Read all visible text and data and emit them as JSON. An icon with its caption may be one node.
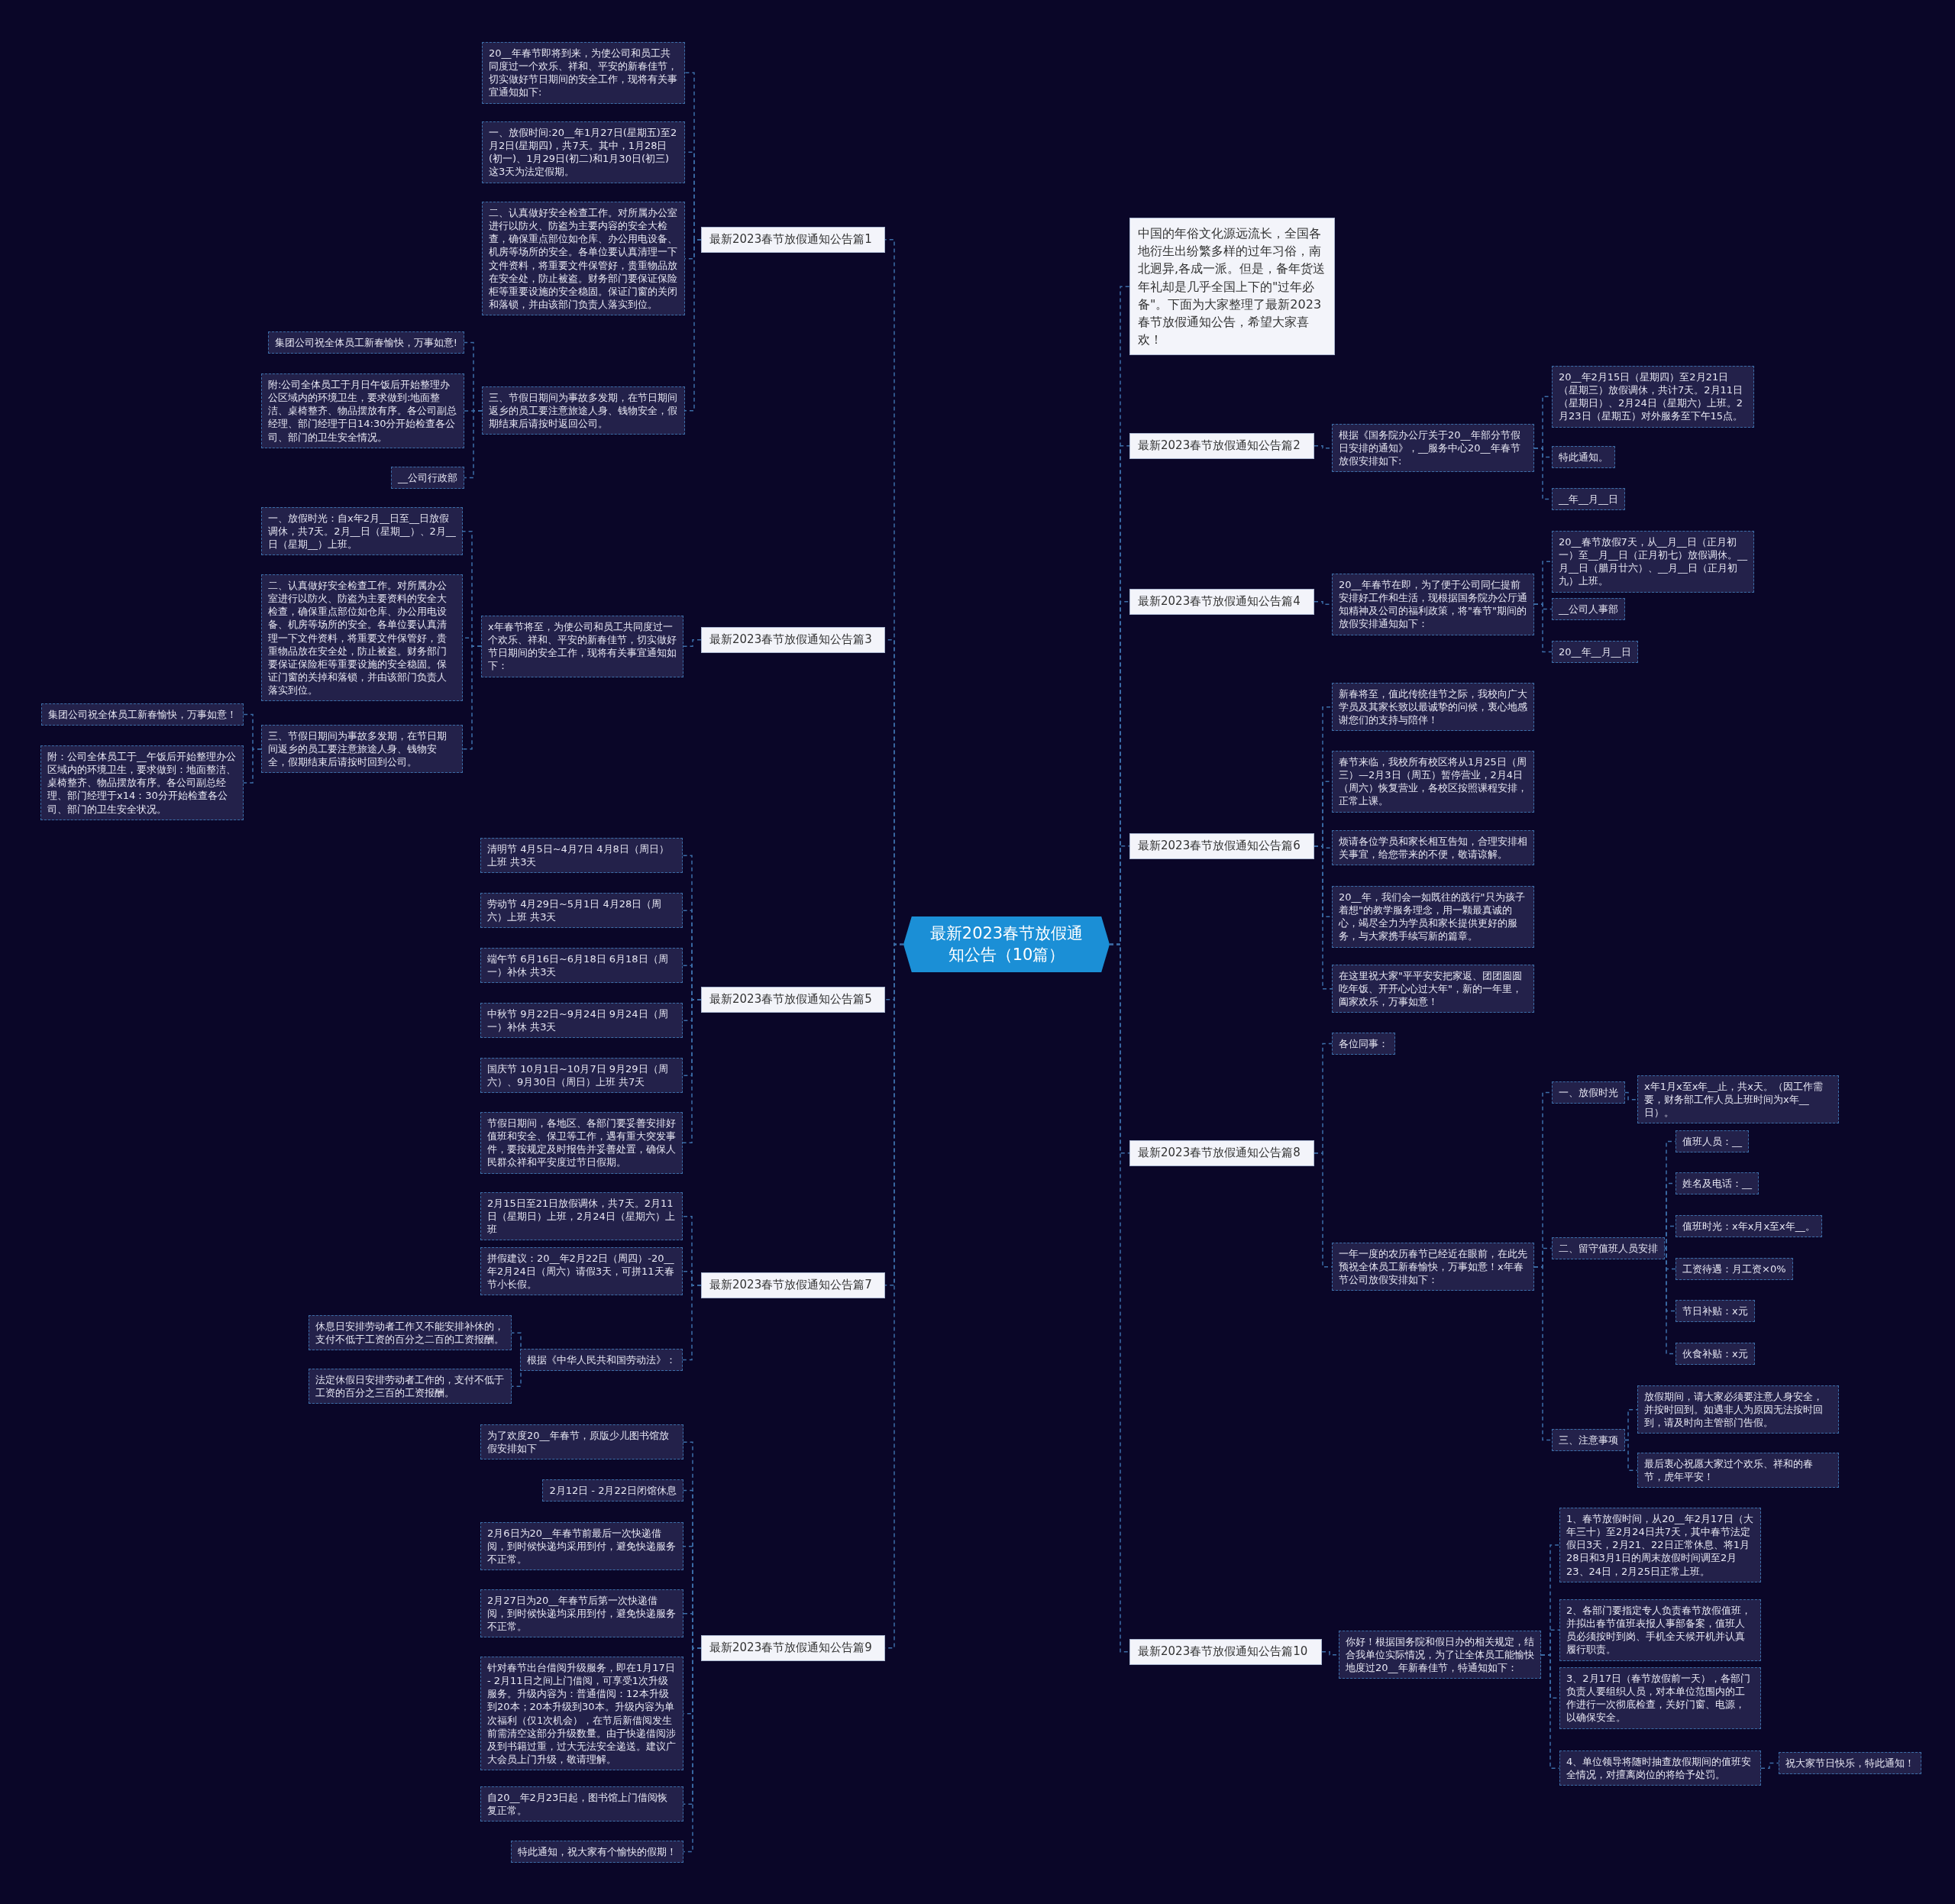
{
  "diagram": {
    "nodes": [
      {
        "text": [
          "最新2023春节放假通知公告（10篇）"
        ]
      },
      {
        "text": [
          "中国的年俗文化源远流长，全国各地衍生出纷繁多样的过年习俗，南北迥异,各成一派。但是，备年货送年礼却是几乎全国上下的\"过年必备\"。下面为大家整理了最新2023春节放假通知公告，希望大家喜欢！"
        ]
      },
      {
        "text": [
          "最新2023春节放假通知公告篇1"
        ]
      },
      {
        "text": [
          "20__年春节即将到来，为使公司和员工共同度过一个欢乐、祥和、平安的新春佳节，切实做好节日期间的安全工作，现将有关事宜通知如下:"
        ]
      },
      {
        "text": [
          "一、放假时间:20__年1月27日(星期五)至2月2日(星期四)，共7天。其中，1月28日(初一)、1月29日(初二)和1月30日(初三)这3天为法定假期。"
        ]
      },
      {
        "text": [
          "二、认真做好安全检查工作。对所属办公室进行以防火、防盗为主要内容的安全大检查，确保重点部位如仓库、办公用电设备、机房等场所的安全。各单位要认真清理一下文件资料，将重要文件保管好，贵重物品放在安全处，防止被盗。财务部门要保证保险柜等重要设施的安全稳固。保证门窗的关闭和落锁，并由该部门负责人落实到位。"
        ]
      },
      {
        "text": [
          "三、节假日期间为事故多发期，在节日期间返乡的员工要注意旅途人身、钱物安全，假期结束后请按时返回公司。"
        ]
      },
      {
        "text": [
          "集团公司祝全体员工新春愉快，万事如意!"
        ]
      },
      {
        "text": [
          "附:公司全体员工于月日午饭后开始整理办公区域内的环境卫生，要求做到:地面整洁、桌椅整齐、物品摆放有序。各公司副总经理、部门经理于日14:30分开始检查各公司、部门的卫生安全情况。"
        ]
      },
      {
        "text": [
          "__公司行政部"
        ]
      },
      {
        "text": [
          "最新2023春节放假通知公告篇2"
        ]
      },
      {
        "text": [
          "根据《国务院办公厅关于20__年部分节假日安排的通知》，__服务中心20__年春节放假安排如下:"
        ]
      },
      {
        "text": [
          "20__年2月15日（星期四）至2月21日（星期三）放假调休，共计7天。2月11日（星期日）、2月24日（星期六）上班。2月23日（星期五）对外服务至下午15点。"
        ]
      },
      {
        "text": [
          "特此通知。"
        ]
      },
      {
        "text": [
          "__年__月__日"
        ]
      },
      {
        "text": [
          "最新2023春节放假通知公告篇3"
        ]
      },
      {
        "text": [
          "x年春节将至，为使公司和员工共同度过一个欢乐、祥和、平安的新春佳节，切实做好节日期间的安全工作，现将有关事宜通知如下："
        ]
      },
      {
        "text": [
          "一、放假时光：自x年2月__日至__日放假调休，共7天。2月__日（星期__）、2月__日（星期__）上班。"
        ]
      },
      {
        "text": [
          "二、认真做好安全检查工作。对所属办公室进行以防火、防盗为主要资料的安全大检查，确保重点部位如仓库、办公用电设备、机房等场所的安全。各单位要认真清理一下文件资料，将重要文件保管好，贵重物品放在安全处，防止被盗。财务部门要保证保险柜等重要设施的安全稳固。保证门窗的关掉和落锁，并由该部门负责人落实到位。"
        ]
      },
      {
        "text": [
          "三、节假日期间为事故多发期，在节日期间返乡的员工要注意旅途人身、钱物安全，假期结束后请按时回到公司。"
        ]
      },
      {
        "text": [
          "集团公司祝全体员工新春愉快，万事如意！"
        ]
      },
      {
        "text": [
          "附：公司全体员工于__午饭后开始整理办公区域内的环境卫生，要求做到：地面整洁、桌椅整齐、物品摆放有序。各公司副总经理、部门经理于x14：30分开始检查各公司、部门的卫生安全状况。"
        ]
      },
      {
        "text": [
          "最新2023春节放假通知公告篇4"
        ]
      },
      {
        "text": [
          "20__年春节在即，为了便于公司同仁提前安排好工作和生活，现根据国务院办公厅通知精神及公司的福利政策，将\"春节\"期间的放假安排通知如下："
        ]
      },
      {
        "text": [
          "20__春节放假7天，从__月__日（正月初一）至__月__日（正月初七）放假调休。__月__日（腊月廿六）、__月__日（正月初九）上班。"
        ]
      },
      {
        "text": [
          "__公司人事部"
        ]
      },
      {
        "text": [
          "20__年__月__日"
        ]
      },
      {
        "text": [
          "最新2023春节放假通知公告篇5"
        ]
      },
      {
        "text": [
          "清明节 4月5日~4月7日 4月8日（周日）上班 共3天"
        ]
      },
      {
        "text": [
          "劳动节 4月29日~5月1日 4月28日（周六）上班 共3天"
        ]
      },
      {
        "text": [
          "端午节 6月16日~6月18日 6月18日（周一）补休 共3天"
        ]
      },
      {
        "text": [
          "中秋节 9月22日~9月24日 9月24日（周一）补休 共3天"
        ]
      },
      {
        "text": [
          "国庆节 10月1日~10月7日 9月29日（周六）、9月30日（周日）上班 共7天"
        ]
      },
      {
        "text": [
          "节假日期间，各地区、各部门要妥善安排好值班和安全、保卫等工作，遇有重大突发事件，要按规定及时报告并妥善处置，确保人民群众祥和平安度过节日假期。"
        ]
      },
      {
        "text": [
          "最新2023春节放假通知公告篇6"
        ]
      },
      {
        "text": [
          "新春将至，值此传统佳节之际，我校向广大学员及其家长致以最诚挚的问候，衷心地感谢您们的支持与陪伴！"
        ]
      },
      {
        "text": [
          "春节来临，我校所有校区将从1月25日（周三）—2月3日（周五）暂停营业，2月4日（周六）恢复营业，各校区按照课程安排，正常上课。"
        ]
      },
      {
        "text": [
          "烦请各位学员和家长相互告知，合理安排相关事宜，给您带来的不便，敬请谅解。"
        ]
      },
      {
        "text": [
          "20__年，我们会一如既往的践行\"只为孩子着想\"的教学服务理念，用一颗最真诚的心，竭尽全力为学员和家长提供更好的服务，与大家携手续写新的篇章。"
        ]
      },
      {
        "text": [
          "在这里祝大家\"平平安安把家返、团团圆圆吃年饭、开开心心过大年\"，新的一年里，阖家欢乐，万事如意！"
        ]
      },
      {
        "text": [
          "最新2023春节放假通知公告篇7"
        ]
      },
      {
        "text": [
          "2月15日至21日放假调休，共7天。2月11日（星期日）上班，2月24日（星期六）上班"
        ]
      },
      {
        "text": [
          "拼假建议：20__年2月22日（周四）-20__年2月24日（周六）请假3天，可拼11天春节小长假。"
        ]
      },
      {
        "text": [
          "根据《中华人民共和国劳动法》："
        ]
      },
      {
        "text": [
          "休息日安排劳动者工作又不能安排补休的，支付不低于工资的百分之二百的工资报酬。"
        ]
      },
      {
        "text": [
          "法定休假日安排劳动者工作的，支付不低于工资的百分之三百的工资报酬。"
        ]
      },
      {
        "text": [
          "最新2023春节放假通知公告篇8"
        ]
      },
      {
        "text": [
          "各位同事："
        ]
      },
      {
        "text": [
          "一年一度的农历春节已经近在眼前，在此先预祝全体员工新春愉快，万事如意！x年春节公司放假安排如下："
        ]
      },
      {
        "text": [
          "一、放假时光"
        ]
      },
      {
        "text": [
          "x年1月x至x年__止，共x天。（因工作需要，财务部工作人员上班时间为x年__日）。"
        ]
      },
      {
        "text": [
          "二、留守值班人员安排"
        ]
      },
      {
        "text": [
          "值班人员：__"
        ]
      },
      {
        "text": [
          "姓名及电话：__"
        ]
      },
      {
        "text": [
          "值班时光：x年x月x至x年__。"
        ]
      },
      {
        "text": [
          "工资待遇：月工资×0%"
        ]
      },
      {
        "text": [
          "节日补贴：x元"
        ]
      },
      {
        "text": [
          "伙食补贴：x元"
        ]
      },
      {
        "text": [
          "三、注意事项"
        ]
      },
      {
        "text": [
          "放假期间，请大家必须要注意人身安全，并按时回到。如遇非人为原因无法按时回到，请及时向主管部门告假。"
        ]
      },
      {
        "text": [
          "最后衷心祝愿大家过个欢乐、祥和的春节，虎年平安！"
        ]
      },
      {
        "text": [
          "最新2023春节放假通知公告篇9"
        ]
      },
      {
        "text": [
          "为了欢度20__年春节，原版少儿图书馆放假安排如下"
        ]
      },
      {
        "text": [
          "2月12日 - 2月22日闭馆休息"
        ]
      },
      {
        "text": [
          "2月6日为20__年春节前最后一次快递借阅，到时候快递均采用到付，避免快递服务不正常。"
        ]
      },
      {
        "text": [
          "2月27日为20__年春节后第一次快递借阅，到时候快递均采用到付，避免快递服务不正常。"
        ]
      },
      {
        "text": [
          "针对春节出台借阅升级服务，即在1月17日 - 2月11日之间上门借阅，可享受1次升级服务。升级内容为：普通借阅：12本升级到20本；20本升级到30本。升级内容为单次福利（仅1次机会），在节后新借阅发生前需清空这部分升级数量。由于快递借阅涉及到书籍过重，过大无法安全递送。建议广大会员上门升级，敬请理解。"
        ]
      },
      {
        "text": [
          "自20__年2月23日起，图书馆上门借阅恢复正常。"
        ]
      },
      {
        "text": [
          "特此通知，祝大家有个愉快的假期！"
        ]
      },
      {
        "text": [
          "最新2023春节放假通知公告篇10"
        ]
      },
      {
        "text": [
          "你好！根据国务院和假日办的相关规定，结合我单位实际情况，为了让全体员工能愉快地度过20__年新春佳节，特通知如下："
        ]
      },
      {
        "text": [
          "1、春节放假时间，从20__年2月17日（大年三十）至2月24日共7天，其中春节法定假日3天，2月21、22日正常休息、将1月28日和3月1日的周末放假时间调至2月23、24日，2月25日正常上班。"
        ]
      },
      {
        "text": [
          "2、各部门要指定专人负责春节放假值班，并拟出春节值班表报人事部备案，值班人员必须按时到岗、手机全天候开机并认真履行职责。"
        ]
      },
      {
        "text": [
          "3、2月17日（春节放假前一天），各部门负责人要组织人员，对本单位范围内的工作进行一次彻底检查，关好门窗、电源，以确保安全。"
        ]
      },
      {
        "text": [
          "4、单位领导将随时抽查放假期间的值班安全情况，对擅离岗位的将给予处罚。"
        ]
      },
      {
        "text": [
          "祝大家节日快乐，特此通知！"
        ]
      }
    ],
    "edges": [
      {
        "from": 0,
        "to": 1,
        "arrow": "none"
      },
      {
        "from": 0,
        "to": 2,
        "arrow": "none"
      },
      {
        "from": 2,
        "to": 3,
        "arrow": "none"
      },
      {
        "from": 2,
        "to": 4,
        "arrow": "none"
      },
      {
        "from": 2,
        "to": 5,
        "arrow": "none"
      },
      {
        "from": 2,
        "to": 6,
        "arrow": "none"
      },
      {
        "from": 6,
        "to": 7,
        "arrow": "none"
      },
      {
        "from": 6,
        "to": 8,
        "arrow": "none"
      },
      {
        "from": 6,
        "to": 9,
        "arrow": "none"
      },
      {
        "from": 0,
        "to": 10,
        "arrow": "none"
      },
      {
        "from": 10,
        "to": 11,
        "arrow": "none"
      },
      {
        "from": 11,
        "to": 12,
        "arrow": "none"
      },
      {
        "from": 11,
        "to": 13,
        "arrow": "none"
      },
      {
        "from": 11,
        "to": 14,
        "arrow": "none"
      },
      {
        "from": 0,
        "to": 15,
        "arrow": "none"
      },
      {
        "from": 15,
        "to": 16,
        "arrow": "none"
      },
      {
        "from": 16,
        "to": 17,
        "arrow": "none"
      },
      {
        "from": 16,
        "to": 18,
        "arrow": "none"
      },
      {
        "from": 16,
        "to": 19,
        "arrow": "none"
      },
      {
        "from": 19,
        "to": 20,
        "arrow": "none"
      },
      {
        "from": 19,
        "to": 21,
        "arrow": "none"
      },
      {
        "from": 0,
        "to": 22,
        "arrow": "none"
      },
      {
        "from": 22,
        "to": 23,
        "arrow": "none"
      },
      {
        "from": 23,
        "to": 24,
        "arrow": "none"
      },
      {
        "from": 23,
        "to": 25,
        "arrow": "none"
      },
      {
        "from": 23,
        "to": 26,
        "arrow": "none"
      },
      {
        "from": 0,
        "to": 27,
        "arrow": "none"
      },
      {
        "from": 27,
        "to": 28,
        "arrow": "none"
      },
      {
        "from": 27,
        "to": 29,
        "arrow": "none"
      },
      {
        "from": 27,
        "to": 30,
        "arrow": "none"
      },
      {
        "from": 27,
        "to": 31,
        "arrow": "none"
      },
      {
        "from": 27,
        "to": 32,
        "arrow": "none"
      },
      {
        "from": 27,
        "to": 33,
        "arrow": "none"
      },
      {
        "from": 0,
        "to": 34,
        "arrow": "none"
      },
      {
        "from": 34,
        "to": 35,
        "arrow": "none"
      },
      {
        "from": 34,
        "to": 36,
        "arrow": "none"
      },
      {
        "from": 34,
        "to": 37,
        "arrow": "none"
      },
      {
        "from": 34,
        "to": 38,
        "arrow": "none"
      },
      {
        "from": 34,
        "to": 39,
        "arrow": "none"
      },
      {
        "from": 0,
        "to": 40,
        "arrow": "none"
      },
      {
        "from": 40,
        "to": 41,
        "arrow": "none"
      },
      {
        "from": 40,
        "to": 42,
        "arrow": "none"
      },
      {
        "from": 40,
        "to": 43,
        "arrow": "none"
      },
      {
        "from": 43,
        "to": 44,
        "arrow": "none"
      },
      {
        "from": 43,
        "to": 45,
        "arrow": "none"
      },
      {
        "from": 0,
        "to": 46,
        "arrow": "none"
      },
      {
        "from": 46,
        "to": 47,
        "arrow": "none"
      },
      {
        "from": 46,
        "to": 48,
        "arrow": "none"
      },
      {
        "from": 48,
        "to": 49,
        "arrow": "none"
      },
      {
        "from": 49,
        "to": 50,
        "arrow": "none"
      },
      {
        "from": 48,
        "to": 51,
        "arrow": "none"
      },
      {
        "from": 51,
        "to": 52,
        "arrow": "none"
      },
      {
        "from": 51,
        "to": 53,
        "arrow": "none"
      },
      {
        "from": 51,
        "to": 54,
        "arrow": "none"
      },
      {
        "from": 51,
        "to": 55,
        "arrow": "none"
      },
      {
        "from": 51,
        "to": 56,
        "arrow": "none"
      },
      {
        "from": 51,
        "to": 57,
        "arrow": "none"
      },
      {
        "from": 48,
        "to": 58,
        "arrow": "none"
      },
      {
        "from": 58,
        "to": 59,
        "arrow": "none"
      },
      {
        "from": 58,
        "to": 60,
        "arrow": "none"
      },
      {
        "from": 0,
        "to": 61,
        "arrow": "none"
      },
      {
        "from": 61,
        "to": 62,
        "arrow": "none"
      },
      {
        "from": 61,
        "to": 63,
        "arrow": "none"
      },
      {
        "from": 61,
        "to": 64,
        "arrow": "none"
      },
      {
        "from": 61,
        "to": 65,
        "arrow": "none"
      },
      {
        "from": 61,
        "to": 66,
        "arrow": "none"
      },
      {
        "from": 61,
        "to": 67,
        "arrow": "none"
      },
      {
        "from": 61,
        "to": 68,
        "arrow": "none"
      },
      {
        "from": 0,
        "to": 69,
        "arrow": "none"
      },
      {
        "from": 69,
        "to": 70,
        "arrow": "none"
      },
      {
        "from": 70,
        "to": 71,
        "arrow": "none"
      },
      {
        "from": 70,
        "to": 72,
        "arrow": "none"
      },
      {
        "from": 70,
        "to": 73,
        "arrow": "none"
      },
      {
        "from": 70,
        "to": 74,
        "arrow": "none"
      },
      {
        "from": 74,
        "to": 75,
        "arrow": "none"
      }
    ]
  }
}
